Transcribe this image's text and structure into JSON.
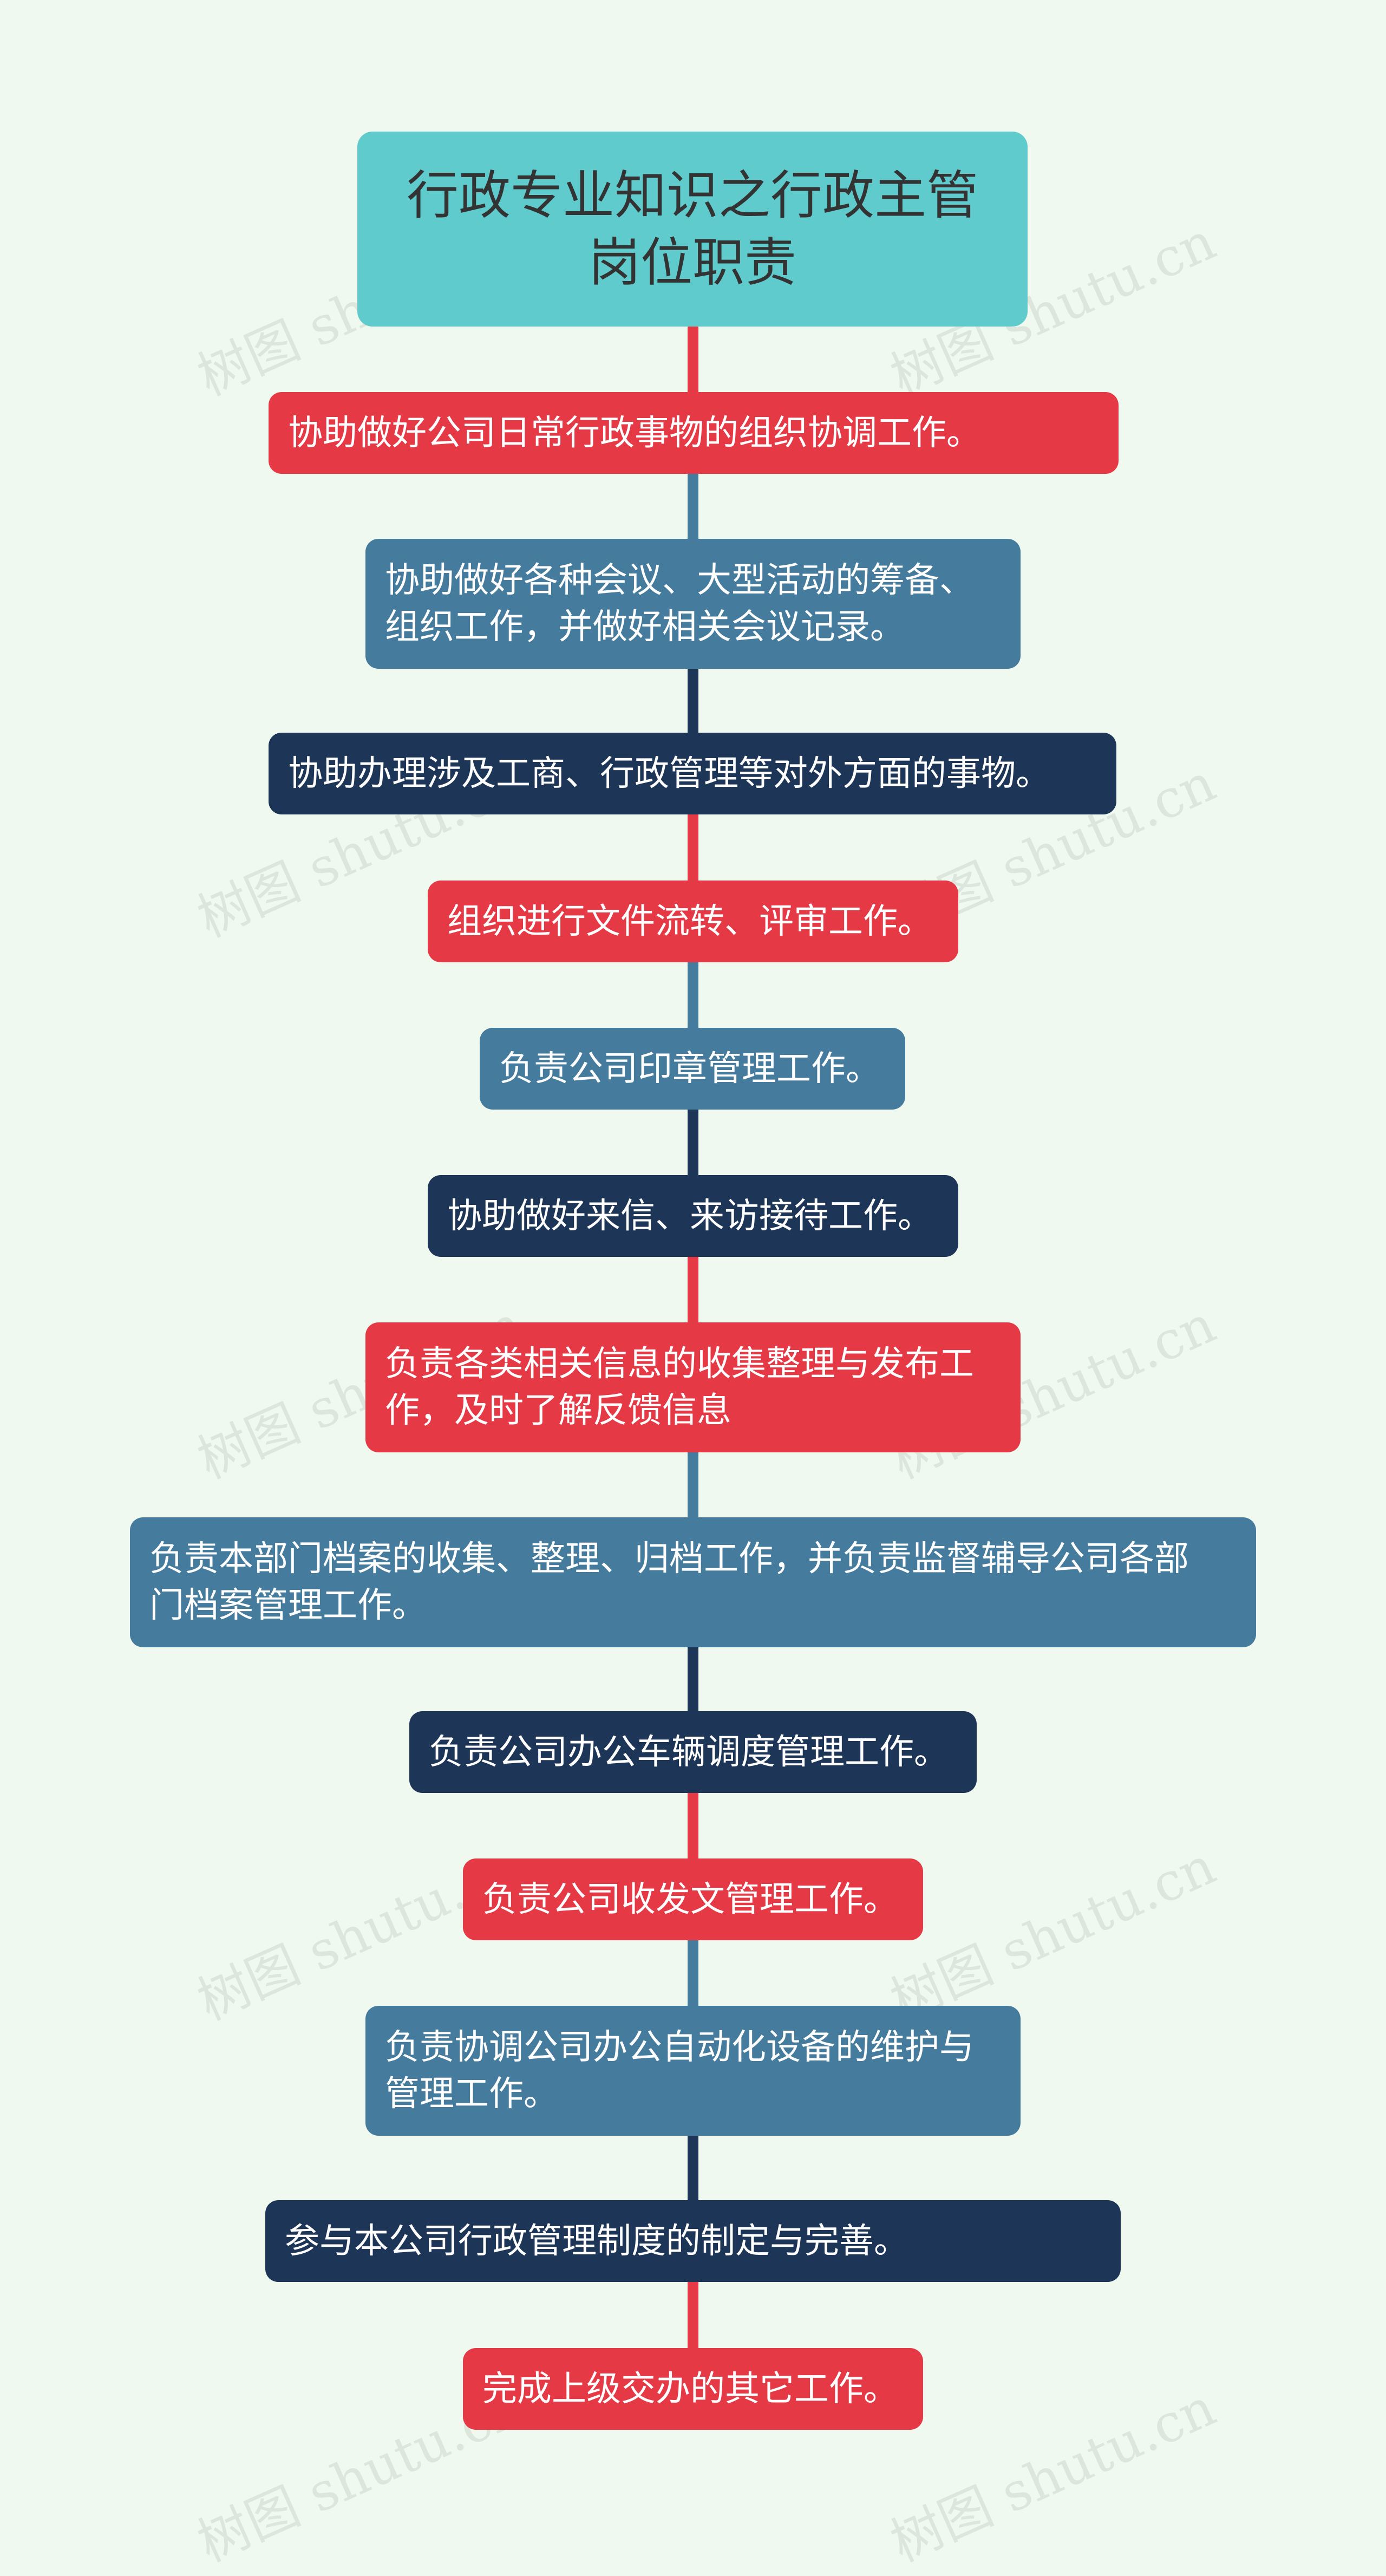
{
  "colors": {
    "background": "#f0f9ef",
    "root": "#5fcbcd",
    "red": "#e63946",
    "steel": "#457b9d",
    "navy": "#1d3557"
  },
  "watermark_text": "树图 shutu.cn",
  "root": {
    "text": "行政专业知识之行政主管\n岗位职责",
    "color": "root"
  },
  "items": [
    {
      "text": "协助做好公司日常行政事物的组织协调工作。",
      "color": "red"
    },
    {
      "text": "协助做好各种会议、大型活动的筹备、\n组织工作，并做好相关会议记录。",
      "color": "steel"
    },
    {
      "text": "协助办理涉及工商、行政管理等对外方面的事物。",
      "color": "navy"
    },
    {
      "text": "组织进行文件流转、评审工作。",
      "color": "red"
    },
    {
      "text": "负责公司印章管理工作。",
      "color": "steel"
    },
    {
      "text": "协助做好来信、来访接待工作。",
      "color": "navy"
    },
    {
      "text": "负责各类相关信息的收集整理与发布工\n作，及时了解反馈信息",
      "color": "red"
    },
    {
      "text": "负责本部门档案的收集、整理、归档工作，并负责监督辅导公司各部\n门档案管理工作。",
      "color": "steel"
    },
    {
      "text": "负责公司办公车辆调度管理工作。",
      "color": "navy"
    },
    {
      "text": "负责公司收发文管理工作。",
      "color": "red"
    },
    {
      "text": "负责协调公司办公自动化设备的维护与\n管理工作。",
      "color": "steel"
    },
    {
      "text": "参与本公司行政管理制度的制定与完善。",
      "color": "navy"
    },
    {
      "text": "完成上级交办的其它工作。",
      "color": "red"
    }
  ]
}
